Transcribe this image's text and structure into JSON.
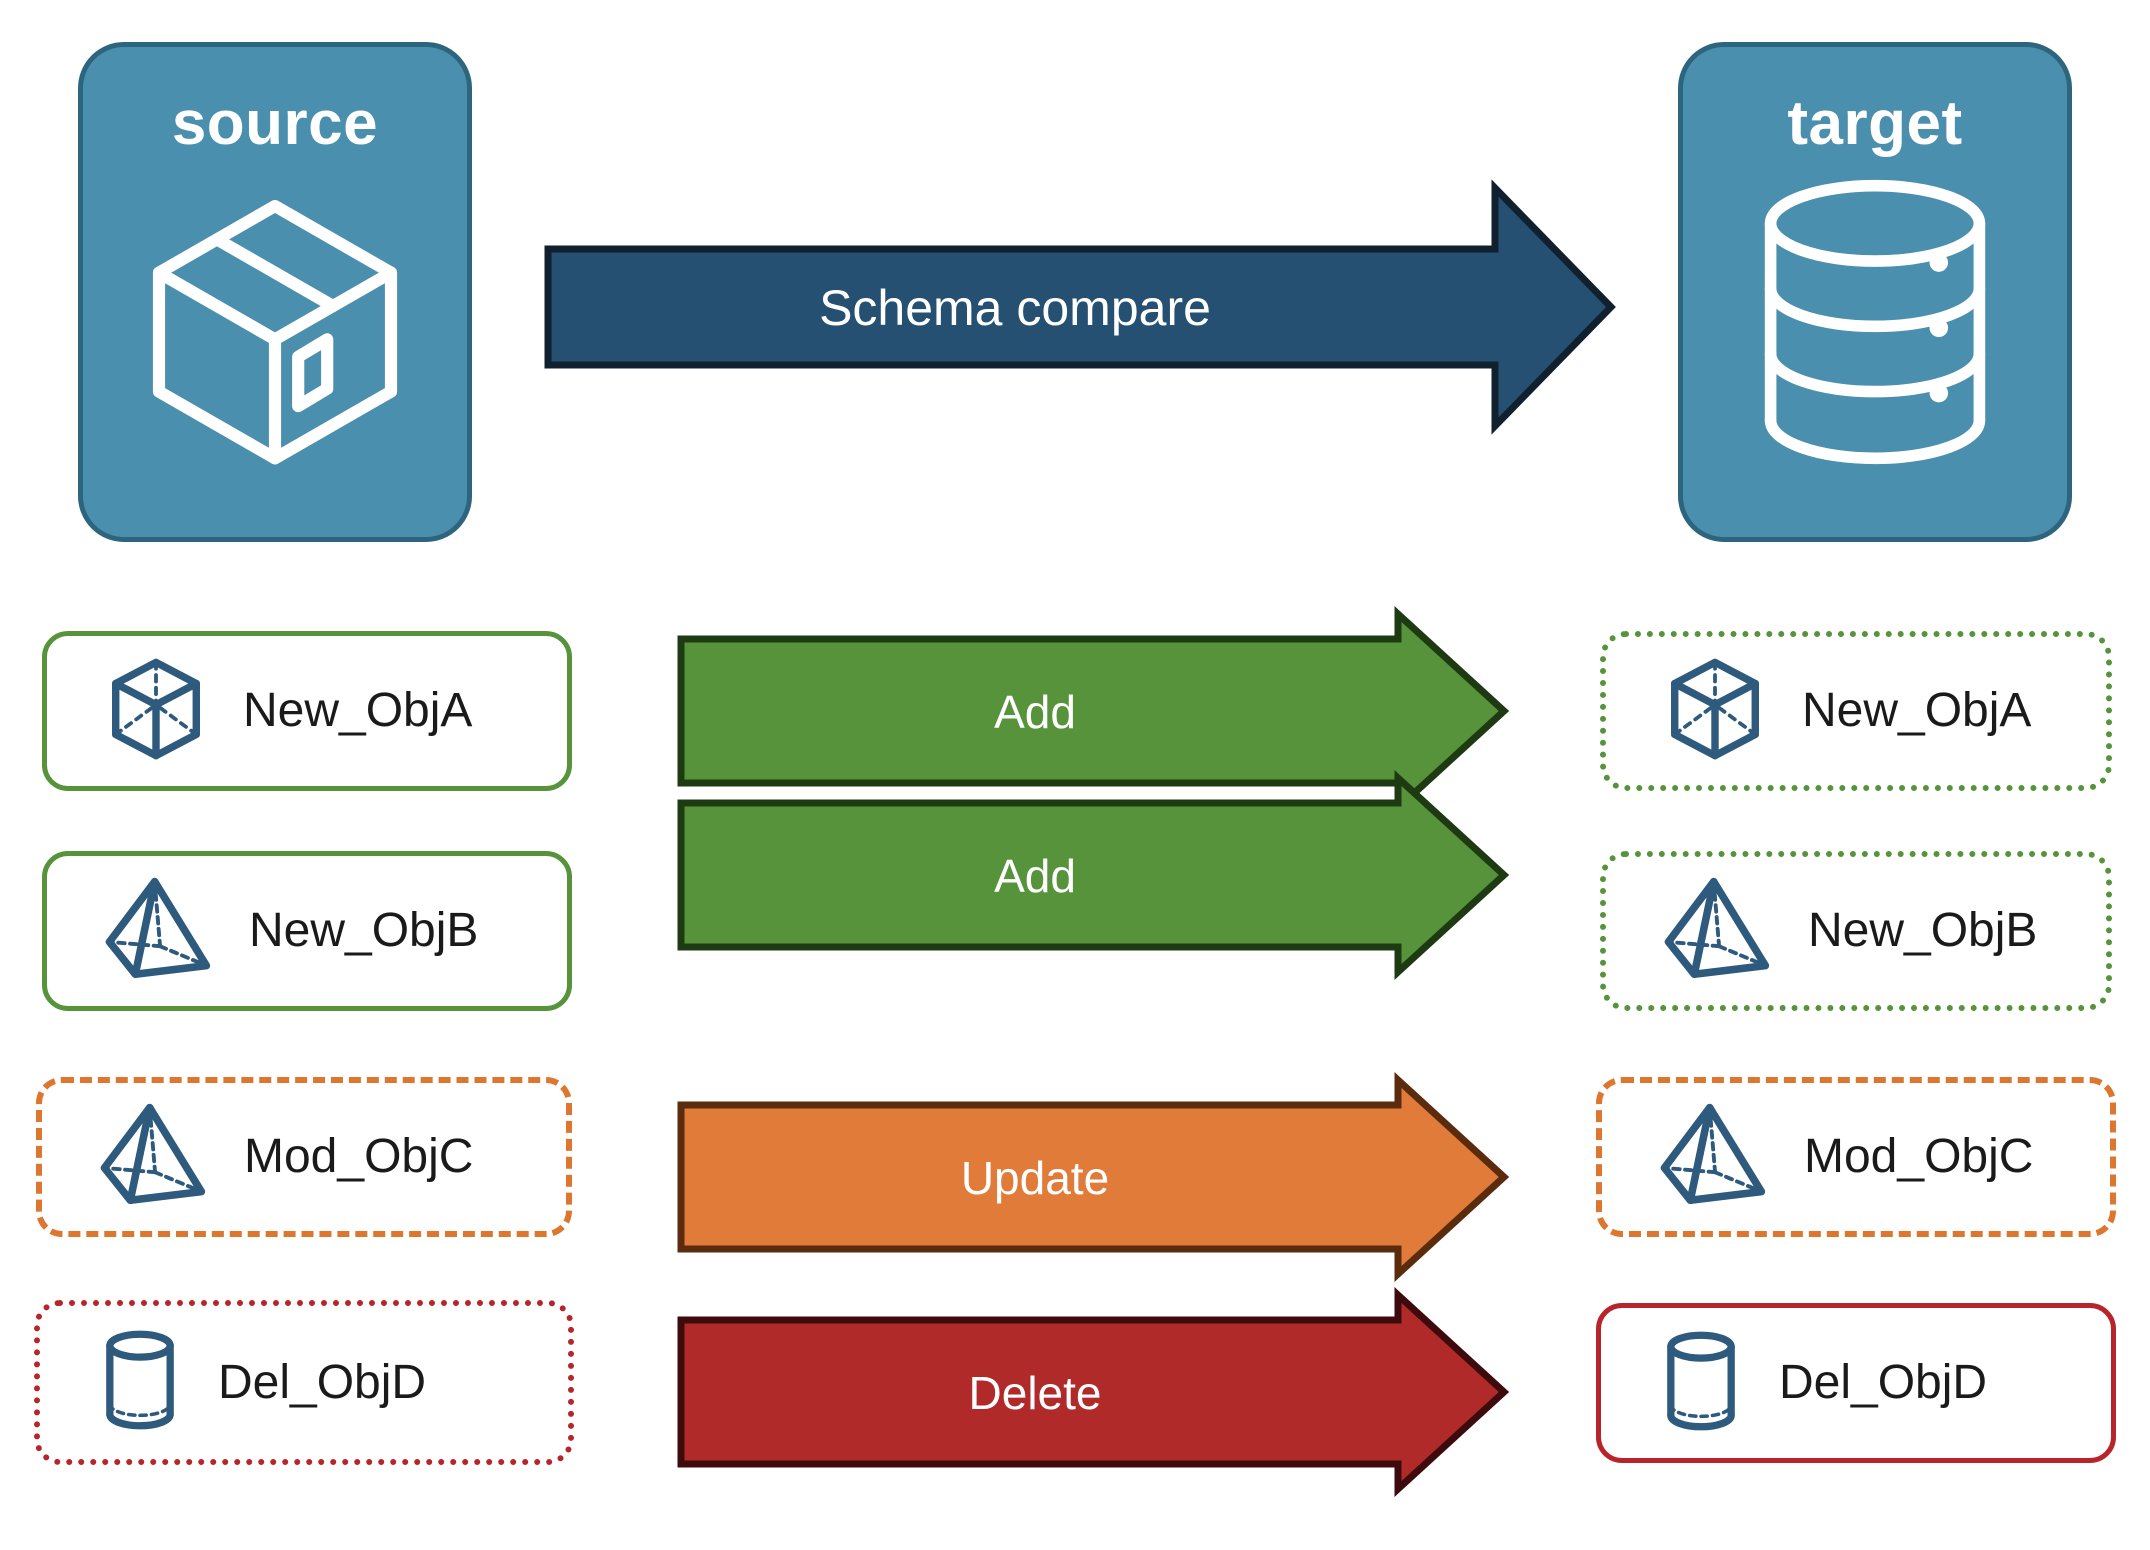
{
  "diagram": {
    "title_source": "source",
    "title_target": "target",
    "main_arrow_label": "Schema compare"
  },
  "colors": {
    "panel_fill": "#4a8fad",
    "panel_stroke": "#2e657e",
    "main_arrow_fill": "#255071",
    "main_arrow_stroke": "#11202e",
    "add_fill": "#56933a",
    "add_stroke": "#1e3a12",
    "update_fill": "#e07b39",
    "update_stroke": "#5a2b0d",
    "delete_fill": "#b02a2a",
    "delete_stroke": "#3d0b0b",
    "object_icon": "#2e5a7d",
    "label_text": "#1a1a1a"
  },
  "endpoints": [
    {
      "name": "source",
      "label": "source",
      "icon": "package-box-icon"
    },
    {
      "name": "target",
      "label": "target",
      "icon": "database-cylinder-icon"
    }
  ],
  "main_arrow": {
    "label": "Schema compare",
    "icon": "right-arrow-icon",
    "fill": "#255071",
    "stroke": "#11202e"
  },
  "rows": [
    {
      "id": "row-a",
      "source": {
        "label": "New_ObjA",
        "icon": "cube-wireframe-icon",
        "border_style": "solid",
        "border_color": "#56933a"
      },
      "arrow": {
        "label": "Add",
        "fill": "#56933a",
        "stroke": "#1e3a12",
        "icon": "right-arrow-icon"
      },
      "target": {
        "label": "New_ObjA",
        "icon": "cube-wireframe-icon",
        "border_style": "dotted",
        "border_color": "#56933a"
      }
    },
    {
      "id": "row-b",
      "source": {
        "label": "New_ObjB",
        "icon": "pyramid-wireframe-icon",
        "border_style": "solid",
        "border_color": "#56933a"
      },
      "arrow": {
        "label": "Add",
        "fill": "#56933a",
        "stroke": "#1e3a12",
        "icon": "right-arrow-icon"
      },
      "target": {
        "label": "New_ObjB",
        "icon": "pyramid-wireframe-icon",
        "border_style": "dotted",
        "border_color": "#56933a"
      }
    },
    {
      "id": "row-c",
      "source": {
        "label": "Mod_ObjC",
        "icon": "pyramid-wireframe-icon",
        "border_style": "dashed",
        "border_color": "#dd7730"
      },
      "arrow": {
        "label": "Update",
        "fill": "#e07b39",
        "stroke": "#5a2b0d",
        "icon": "right-arrow-icon"
      },
      "target": {
        "label": "Mod_ObjC",
        "icon": "pyramid-wireframe-icon",
        "border_style": "dashed",
        "border_color": "#dd7730"
      }
    },
    {
      "id": "row-d",
      "source": {
        "label": "Del_ObjD",
        "icon": "cylinder-wireframe-icon",
        "border_style": "dotted",
        "border_color": "#b7242a"
      },
      "arrow": {
        "label": "Delete",
        "fill": "#b02a2a",
        "stroke": "#3d0b0b",
        "icon": "right-arrow-icon"
      },
      "target": {
        "label": "Del_ObjD",
        "icon": "cylinder-wireframe-icon",
        "border_style": "solid",
        "border_color": "#b7242a"
      }
    }
  ]
}
